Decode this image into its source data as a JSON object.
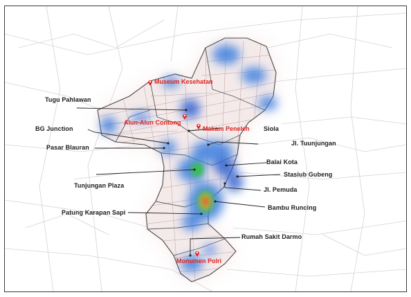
{
  "map": {
    "labels": {
      "tugu_pahlawan": "Tugu Pahlawan",
      "bg_junction": "BG Junction",
      "pasar_blauran": "Pasar Blauran",
      "tunjungan_plaza": "Tunjungan Plaza",
      "patung_karapan_sapi": "Patung Karapan Sapi",
      "siola": "Siola",
      "jl_tuunjungan": "Jl. Tuunjungan",
      "balai_kota": "Balai Kota",
      "stasiub_gubeng": "Stasiub Gubeng",
      "jl_pemuda": "Jl. Pemuda",
      "bambu_runcing": "Bambu Runcing",
      "rumah_sakit_darmo": "Rumah Sakit Darmo"
    },
    "pois": {
      "museum_kesehatan": "Museum Kesehatan",
      "alun_alun_contong": "Alun-Alun Contong",
      "makam_peneleh": "Makam Peneleh",
      "monumen_polri": "Monumen Polri"
    },
    "colors": {
      "heat_low": "#3b7fe0",
      "heat_mid": "#38c048",
      "heat_high": "#e03020",
      "halo": "#e9a7a7",
      "poi_text": "#e0241f",
      "label_text": "#1c1c1c"
    }
  }
}
